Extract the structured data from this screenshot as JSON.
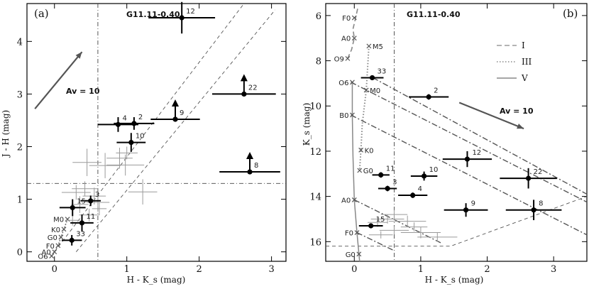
{
  "chart_data": [
    {
      "type": "scatter",
      "panel_label": "(a)",
      "title": "G11.11-0.40",
      "xlabel": "H - K_s (mag)",
      "ylabel": "J - H (mag)",
      "xlim": [
        -0.38,
        3.2
      ],
      "ylim": [
        -0.18,
        4.72
      ],
      "xticks": [
        0,
        1,
        2,
        3
      ],
      "yticks": [
        0,
        1,
        2,
        3,
        4
      ],
      "reddening_label": "Av = 10",
      "reddening_vector": {
        "from": [
          -0.27,
          2.72
        ],
        "to": [
          0.38,
          3.8
        ]
      },
      "dwarf_sequence": [
        {
          "label": "O6",
          "x": -0.04,
          "y": -0.08
        },
        {
          "label": "A0",
          "x": 0.0,
          "y": 0.0
        },
        {
          "label": "F0",
          "x": 0.05,
          "y": 0.12
        },
        {
          "label": "G0",
          "x": 0.09,
          "y": 0.28
        },
        {
          "label": "K0",
          "x": 0.13,
          "y": 0.43
        },
        {
          "label": "M0",
          "x": 0.18,
          "y": 0.62
        }
      ],
      "reference_lines": {
        "vertical_x": 0.6,
        "horizontal_y": 1.3
      },
      "boundary_lines": [
        {
          "from": [
            0.0,
            0.0
          ],
          "to": [
            2.62,
            4.72
          ]
        },
        {
          "from": [
            0.3,
            0.0
          ],
          "to": [
            3.05,
            4.6
          ]
        }
      ],
      "sources": [
        {
          "label": "12",
          "x": 1.76,
          "y": 4.45,
          "xerr": 0.46,
          "yerr": 0.3,
          "lower_limit": false
        },
        {
          "label": "22",
          "x": 2.62,
          "y": 3.0,
          "xerr": 0.44,
          "yerr": 0,
          "lower_limit": true
        },
        {
          "label": "2",
          "x": 1.1,
          "y": 2.44,
          "xerr": 0.28,
          "yerr": 0.12,
          "lower_limit": false
        },
        {
          "label": "4",
          "x": 0.88,
          "y": 2.42,
          "xerr": 0.28,
          "yerr": 0.14,
          "lower_limit": false
        },
        {
          "label": "9",
          "x": 1.67,
          "y": 2.52,
          "xerr": 0.34,
          "yerr": 0,
          "lower_limit": true
        },
        {
          "label": "10",
          "x": 1.06,
          "y": 2.08,
          "xerr": 0.2,
          "yerr": 0.18,
          "lower_limit": false
        },
        {
          "label": "8",
          "x": 2.7,
          "y": 1.52,
          "xerr": 0.42,
          "yerr": 0,
          "lower_limit": true
        },
        {
          "label": "3",
          "x": 0.5,
          "y": 0.97,
          "xerr": 0.14,
          "yerr": 0.1,
          "lower_limit": false
        },
        {
          "label": "15",
          "x": 0.25,
          "y": 0.84,
          "xerr": 0.18,
          "yerr": 0.16,
          "lower_limit": false
        },
        {
          "label": "11",
          "x": 0.38,
          "y": 0.55,
          "xerr": 0.16,
          "yerr": 0.16,
          "lower_limit": false
        },
        {
          "label": "33",
          "x": 0.24,
          "y": 0.22,
          "xerr": 0.14,
          "yerr": 0.1,
          "lower_limit": false
        }
      ],
      "faint_sources": [
        {
          "x": 0.42,
          "y": 1.2,
          "xerr": 0.18,
          "yerr": 0.14
        },
        {
          "x": 0.3,
          "y": 1.13,
          "xerr": 0.2,
          "yerr": 0.14
        },
        {
          "x": 0.55,
          "y": 1.06,
          "xerr": 0.16,
          "yerr": 0.16
        },
        {
          "x": 0.6,
          "y": 0.94,
          "xerr": 0.16,
          "yerr": 0.18
        },
        {
          "x": 0.35,
          "y": 0.9,
          "xerr": 0.12,
          "yerr": 0.16
        },
        {
          "x": 0.62,
          "y": 0.82,
          "xerr": 0.1,
          "yerr": 0.12
        },
        {
          "x": 0.48,
          "y": 0.7,
          "xerr": 0.14,
          "yerr": 0.12
        },
        {
          "x": 0.25,
          "y": 0.6,
          "xerr": 0.1,
          "yerr": 0.1
        },
        {
          "x": 0.7,
          "y": 1.64,
          "xerr": 0.22,
          "yerr": 0.24
        },
        {
          "x": 0.45,
          "y": 1.7,
          "xerr": 0.2,
          "yerr": 0.26
        },
        {
          "x": 0.98,
          "y": 1.65,
          "xerr": 0.26,
          "yerr": 0.2
        },
        {
          "x": 0.9,
          "y": 1.78,
          "xerr": 0.18,
          "yerr": 0.2
        },
        {
          "x": 1.22,
          "y": 1.14,
          "xerr": 0.2,
          "yerr": 0.24
        },
        {
          "x": 1.0,
          "y": 1.88,
          "xerr": 0.15,
          "yerr": 0.12
        }
      ]
    },
    {
      "type": "scatter",
      "panel_label": "(b)",
      "title": "G11.11-0.40",
      "xlabel": "H - K_s (mag)",
      "ylabel": "K_s (mag)",
      "xlim": [
        -0.43,
        3.5
      ],
      "ylim": [
        16.87,
        5.47
      ],
      "xticks": [
        0,
        1,
        2,
        3
      ],
      "yticks": [
        6,
        8,
        10,
        12,
        14,
        16
      ],
      "reddening_label": "Av = 10",
      "reddening_vector": {
        "from": [
          1.58,
          9.85
        ],
        "to": [
          2.55,
          11.0
        ]
      },
      "legend": [
        {
          "label": "I",
          "style": "dashed"
        },
        {
          "label": "III",
          "style": "dotted"
        },
        {
          "label": "V",
          "style": "solid"
        }
      ],
      "spectral_types": [
        {
          "label": "F0",
          "x": 0.0,
          "y": 6.1,
          "seq": "I"
        },
        {
          "label": "A0",
          "x": 0.0,
          "y": 7.0,
          "seq": "I"
        },
        {
          "label": "O9",
          "x": -0.1,
          "y": 7.9,
          "seq": "I"
        },
        {
          "label": "M5",
          "x": 0.22,
          "y": 7.35,
          "seq": "III"
        },
        {
          "label": "M0",
          "x": 0.18,
          "y": 9.3,
          "seq": "III"
        },
        {
          "label": "K0",
          "x": 0.1,
          "y": 11.95,
          "seq": "III"
        },
        {
          "label": "G0",
          "x": 0.08,
          "y": 12.85,
          "seq": "III"
        },
        {
          "label": "O6",
          "x": -0.03,
          "y": 8.95,
          "seq": "V"
        },
        {
          "label": "B0",
          "x": -0.03,
          "y": 10.4,
          "seq": "V"
        },
        {
          "label": "A0",
          "x": 0.0,
          "y": 14.15,
          "seq": "V"
        },
        {
          "label": "F0",
          "x": 0.04,
          "y": 15.6,
          "seq": "V"
        },
        {
          "label": "G0",
          "x": 0.07,
          "y": 16.55,
          "seq": "V"
        }
      ],
      "reference_lines": {
        "vertical_x": 0.6,
        "horizontal_y": 16.2
      },
      "sources": [
        {
          "label": "33",
          "x": 0.27,
          "y": 8.75,
          "xerr": 0.17,
          "yerr": 0.1
        },
        {
          "label": "2",
          "x": 1.12,
          "y": 9.6,
          "xerr": 0.3,
          "yerr": 0.12
        },
        {
          "label": "12",
          "x": 1.7,
          "y": 12.35,
          "xerr": 0.37,
          "yerr": 0.35
        },
        {
          "label": "22",
          "x": 2.62,
          "y": 13.2,
          "xerr": 0.43,
          "yerr": 0.45
        },
        {
          "label": "11",
          "x": 0.4,
          "y": 13.05,
          "xerr": 0.13,
          "yerr": 0.12
        },
        {
          "label": "10",
          "x": 1.05,
          "y": 13.1,
          "xerr": 0.2,
          "yerr": 0.2
        },
        {
          "label": "3",
          "x": 0.5,
          "y": 13.65,
          "xerr": 0.14,
          "yerr": 0.12
        },
        {
          "label": "4",
          "x": 0.88,
          "y": 13.95,
          "xerr": 0.22,
          "yerr": 0.12
        },
        {
          "label": "9",
          "x": 1.68,
          "y": 14.6,
          "xerr": 0.33,
          "yerr": 0.3
        },
        {
          "label": "8",
          "x": 2.7,
          "y": 14.6,
          "xerr": 0.42,
          "yerr": 0.45
        },
        {
          "label": "15",
          "x": 0.25,
          "y": 15.3,
          "xerr": 0.18,
          "yerr": 0.1
        }
      ],
      "faint_sources": [
        {
          "x": 0.5,
          "y": 15.0,
          "xerr": 0.25,
          "yerr": 0.2
        },
        {
          "x": 0.8,
          "y": 15.1,
          "xerr": 0.28,
          "yerr": 0.25
        },
        {
          "x": 0.6,
          "y": 15.5,
          "xerr": 0.22,
          "yerr": 0.18
        },
        {
          "x": 1.0,
          "y": 15.6,
          "xerr": 0.3,
          "yerr": 0.25
        },
        {
          "x": 0.9,
          "y": 15.35,
          "xerr": 0.2,
          "yerr": 0.2
        },
        {
          "x": 1.25,
          "y": 15.8,
          "xerr": 0.3,
          "yerr": 0.2
        },
        {
          "x": 0.4,
          "y": 15.7,
          "xerr": 0.18,
          "yerr": 0.16
        },
        {
          "x": 0.6,
          "y": 14.8,
          "xerr": 0.2,
          "yerr": 0.2
        },
        {
          "x": 0.35,
          "y": 15.15,
          "xerr": 0.15,
          "yerr": 0.2
        }
      ]
    }
  ]
}
